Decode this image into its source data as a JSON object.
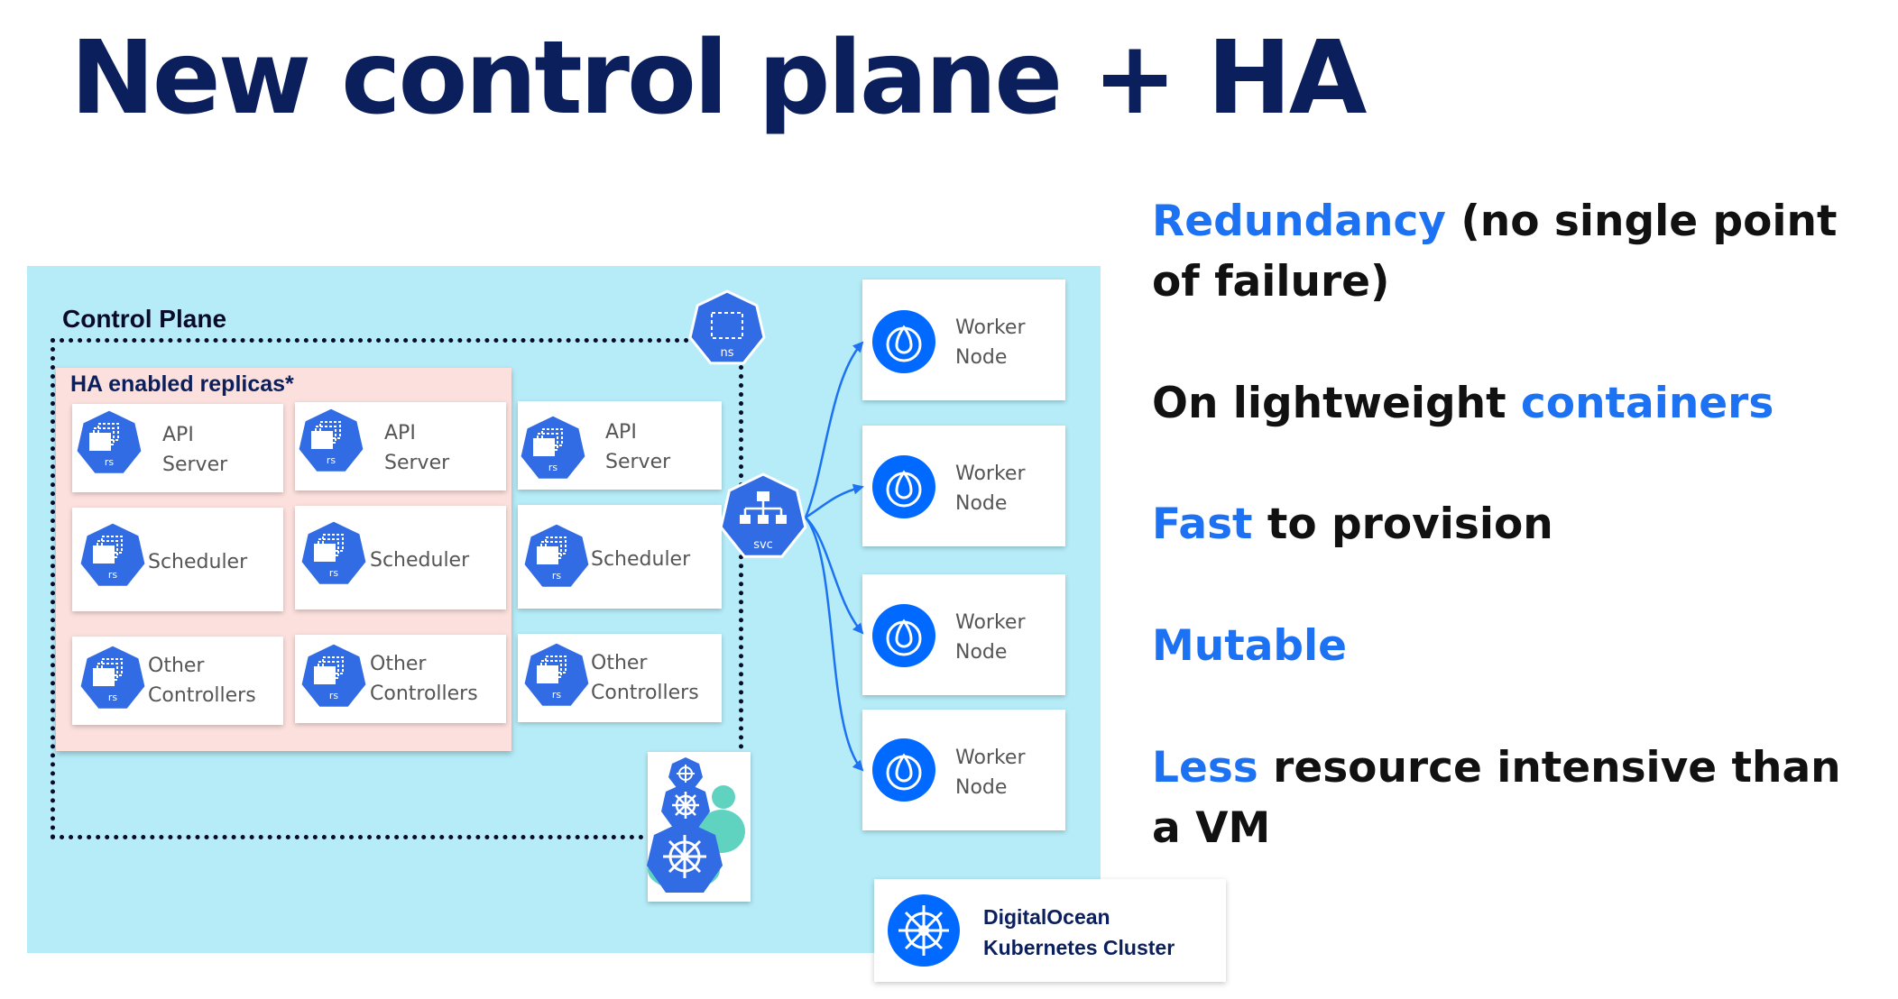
{
  "slide": {
    "title": "New control plane + HA"
  },
  "diagram": {
    "control_plane_label": "Control Plane",
    "ha_label": "HA enabled replicas*",
    "rs_badge": "rs",
    "ns_badge": "ns",
    "svc_badge": "svc",
    "replicas": [
      [
        "API\nServer",
        "API\nServer",
        "API\nServer"
      ],
      [
        "Scheduler",
        "Scheduler",
        "Scheduler"
      ],
      [
        "Other\nControllers",
        "Other\nControllers",
        "Other\nControllers"
      ]
    ],
    "workers": [
      "Worker\nNode",
      "Worker\nNode",
      "Worker\nNode",
      "Worker\nNode"
    ],
    "cluster_label": "DigitalOcean\nKubernetes Cluster"
  },
  "bullets": [
    {
      "highlight": "Redundancy",
      "rest": " (no single point of failure)"
    },
    {
      "pre": "On lightweight ",
      "highlight": "containers",
      "rest": ""
    },
    {
      "highlight": "Fast",
      "rest": " to provision"
    },
    {
      "highlight": "Mutable",
      "rest": ""
    },
    {
      "highlight": "Less",
      "rest": " resource intensive than a VM"
    }
  ],
  "colors": {
    "title": "#0b1f5c",
    "accent": "#1c72f2",
    "k8s_blue": "#326ce5",
    "do_blue": "#0069ff",
    "panel": "#b5ecf8",
    "ha_box": "#fbe0dd"
  }
}
